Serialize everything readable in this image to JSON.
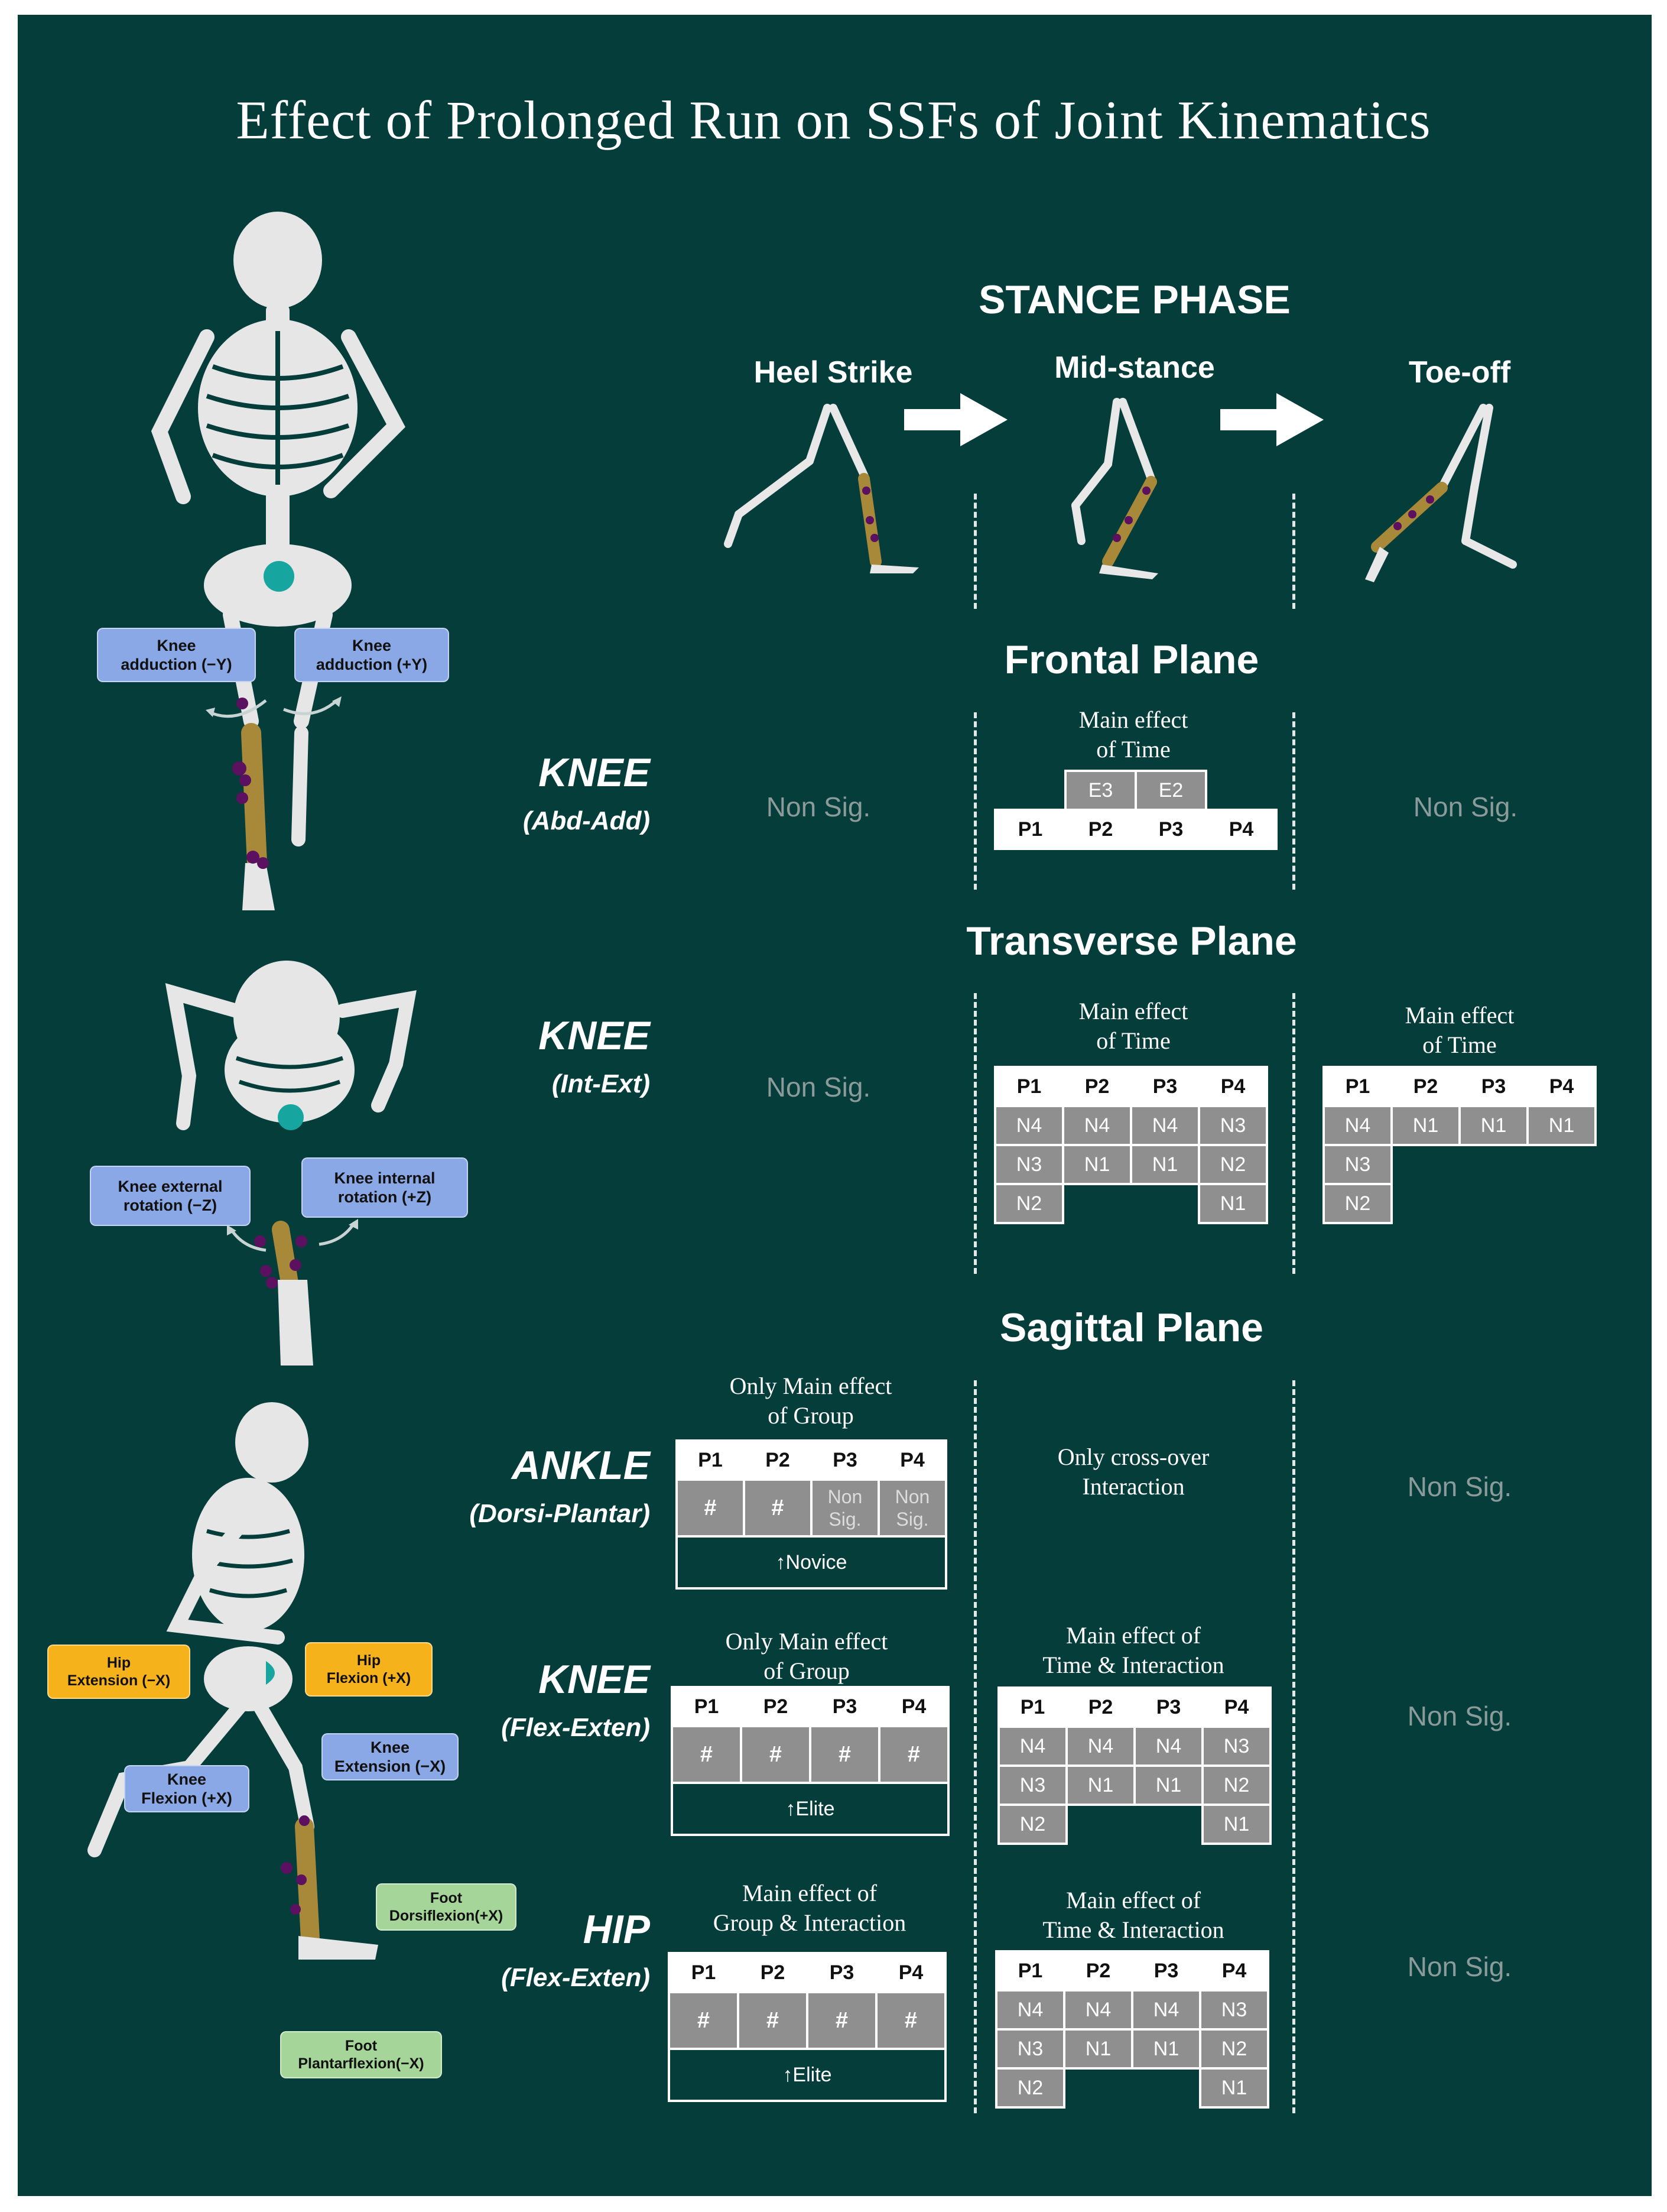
{
  "title": "Effect of Prolonged Run on SSFs of Joint Kinematics",
  "stance": {
    "heading": "STANCE PHASE",
    "phases": [
      "Heel Strike",
      "Mid-stance",
      "Toe-off"
    ]
  },
  "planes": {
    "frontal": "Frontal Plane",
    "transverse": "Transverse Plane",
    "sagittal": "Sagittal Plane"
  },
  "rows": {
    "knee_frontal": {
      "joint": "KNEE",
      "motion": "(Abd-Add)"
    },
    "knee_transverse": {
      "joint": "KNEE",
      "motion": "(Int-Ext)"
    },
    "ankle_sagittal": {
      "joint": "ANKLE",
      "motion": "(Dorsi-Plantar)"
    },
    "knee_sagittal": {
      "joint": "KNEE",
      "motion": "(Flex-Exten)"
    },
    "hip_sagittal": {
      "joint": "HIP",
      "motion": "(Flex-Exten)"
    }
  },
  "non_sig": "Non Sig.",
  "effects": {
    "time_l1": "Main effect",
    "time_l2": "of  Time",
    "time_l2b": "of Time",
    "group_l1": "Only Main effect",
    "group_l2": "of Group",
    "crossover_l1": "Only cross-over",
    "crossover_l2": "Interaction",
    "time_int_l1": "Main effect of",
    "time_int_l2": "Time & Interaction",
    "group_int_l1": "Main effect of",
    "group_int_l2": "Group & Interaction"
  },
  "periods": [
    "P1",
    "P2",
    "P3",
    "P4"
  ],
  "frontal_mid": {
    "e_cells": [
      "E3",
      "E2"
    ]
  },
  "transverse_mid": [
    [
      "N4",
      "N4",
      "N4",
      "N3"
    ],
    [
      "N3",
      "N1",
      "N1",
      "N2"
    ],
    [
      "N2",
      "",
      "",
      "N1"
    ]
  ],
  "transverse_toe": [
    [
      "N4",
      "N1",
      "N1",
      "N1"
    ],
    [
      "N3",
      "",
      "",
      ""
    ],
    [
      "N2",
      "",
      "",
      ""
    ]
  ],
  "time_interaction_cells": [
    [
      "N4",
      "N4",
      "N4",
      "N3"
    ],
    [
      "N3",
      "N1",
      "N1",
      "N2"
    ],
    [
      "N2",
      "",
      "",
      "N1"
    ]
  ],
  "group_cells": {
    "hash": "#",
    "non": "Non",
    "sig": "Sig.",
    "novice": "↑Novice",
    "elite": "↑Elite"
  },
  "anatomy_labels": {
    "knee_add_neg_l1": "Knee",
    "knee_add_neg_l2": "adduction (−Y)",
    "knee_add_pos_l1": "Knee",
    "knee_add_pos_l2": "adduction (+Y)",
    "knee_ext_rot_l1": "Knee external",
    "knee_ext_rot_l2": "rotation (−Z)",
    "knee_int_rot_l1": "Knee internal",
    "knee_int_rot_l2": "rotation (+Z)",
    "hip_ext_l1": "Hip",
    "hip_ext_l2": "Extension (−X)",
    "hip_flex_l1": "Hip",
    "hip_flex_l2": "Flexion (+X)",
    "knee_ext_l1": "Knee",
    "knee_ext_l2": "Extension (−X)",
    "knee_flex_l1": "Knee",
    "knee_flex_l2": "Flexion (+X)",
    "foot_dorsi_l1": "Foot",
    "foot_dorsi_l2": "Dorsiflexion(+X)",
    "foot_plantar_l1": "Foot",
    "foot_plantar_l2": "Plantarflexion(−X)"
  },
  "colors": {
    "background": "#053d3b",
    "cell_gray": "#8f8f8f",
    "label_blue": "#8ba8e6",
    "label_yellow": "#f6b21b",
    "label_green": "#a6d59a",
    "shank": "#a8893a"
  }
}
